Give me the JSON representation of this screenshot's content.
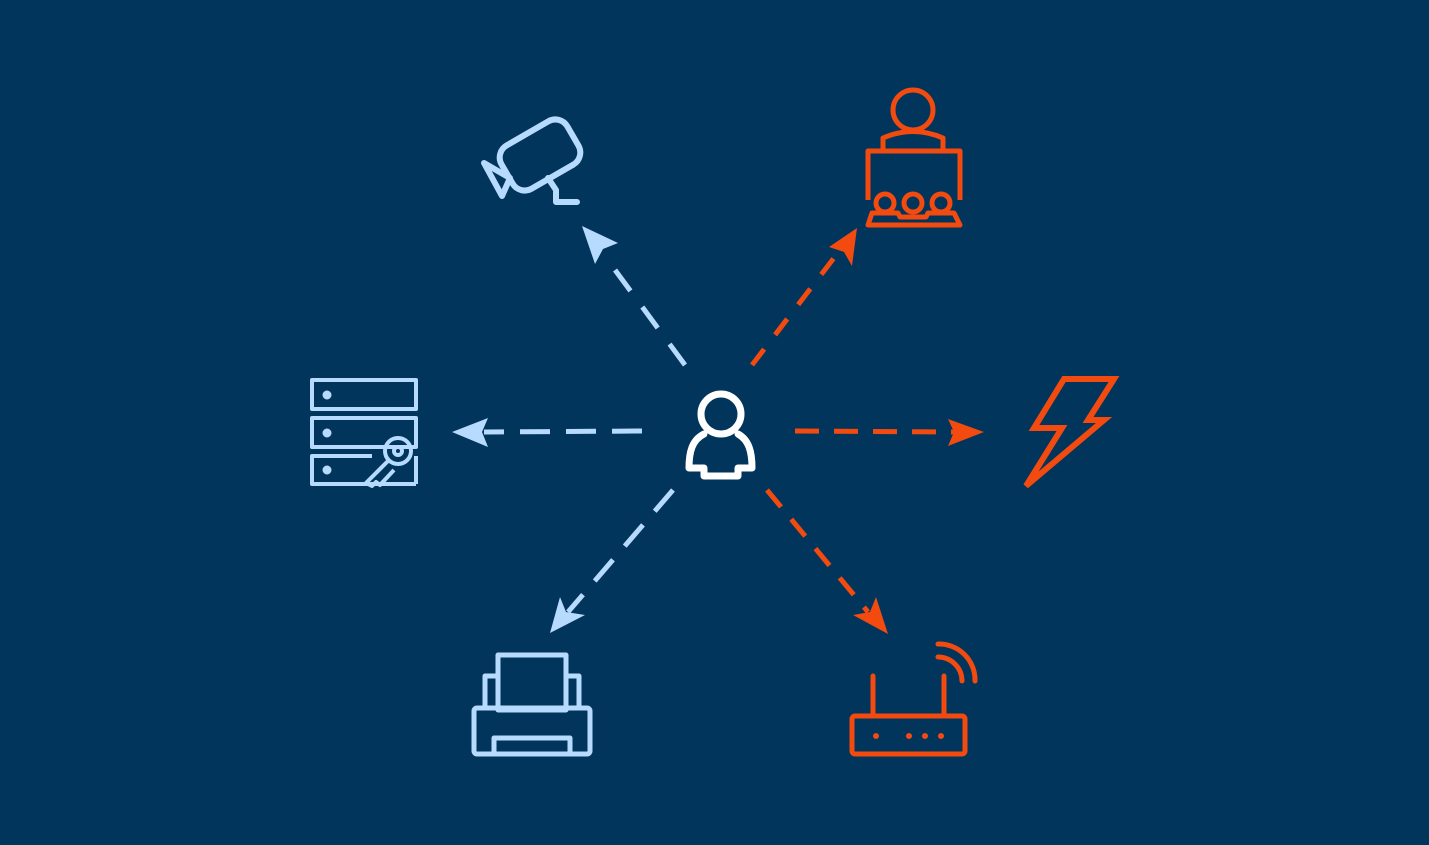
{
  "colors": {
    "background": "#01355b",
    "center": "#ffffff",
    "light_blue": "#b7daff",
    "orange": "#f24a0f"
  },
  "center_node": {
    "icon": "user-icon"
  },
  "nodes": [
    {
      "id": "camera",
      "icon": "security-camera-icon",
      "tone": "light_blue"
    },
    {
      "id": "presenter",
      "icon": "presenter-audience-icon",
      "tone": "orange"
    },
    {
      "id": "server-key",
      "icon": "server-key-icon",
      "tone": "light_blue"
    },
    {
      "id": "power",
      "icon": "lightning-bolt-icon",
      "tone": "orange"
    },
    {
      "id": "printer",
      "icon": "printer-icon",
      "tone": "light_blue"
    },
    {
      "id": "router",
      "icon": "wifi-router-icon",
      "tone": "orange"
    }
  ]
}
